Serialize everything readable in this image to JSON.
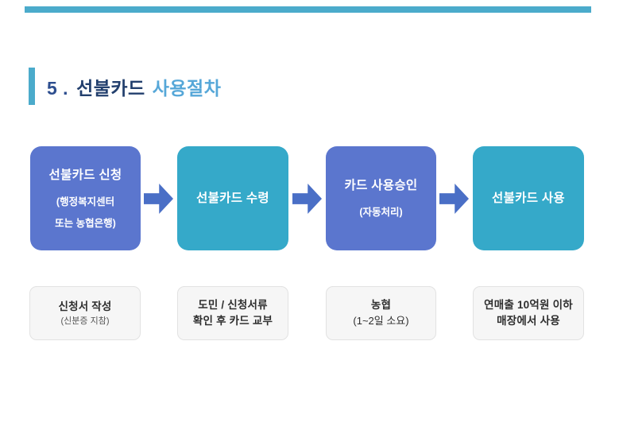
{
  "colors": {
    "top_bar": "#4babcb",
    "accent_bar": "#4babcb",
    "blue_box": "#5b76ce",
    "teal_box": "#35a9c9",
    "arrow": "#4a6fc6",
    "title_number": "#2d4e8f",
    "title_dark": "#223f6d",
    "title_light": "#56a7d8",
    "detail_bg": "#f6f6f6",
    "detail_border": "#e2e2e2",
    "detail_text": "#2e2e2e",
    "detail_subtext": "#555555"
  },
  "title": {
    "number": "5 .",
    "dark": "선불카드",
    "light": "사용절차"
  },
  "flow": {
    "steps": [
      {
        "label": "선불카드 신청",
        "sub1": "(행정복지센터",
        "sub2": "또는 농협은행)"
      },
      {
        "label": "선불카드 수령"
      },
      {
        "label": "카드 사용승인",
        "sub1": "(자동처리)"
      },
      {
        "label": "선불카드 사용"
      }
    ]
  },
  "details": [
    {
      "line1": "신청서 작성",
      "line2": "(신분증 지참)"
    },
    {
      "line1": "도민 / 신청서류",
      "line2": "확인 후 카드 교부"
    },
    {
      "line1": "농협",
      "line2": "(1~2일 소요)"
    },
    {
      "line1": "연매출 10억원 이하",
      "line2": "매장에서 사용"
    }
  ]
}
